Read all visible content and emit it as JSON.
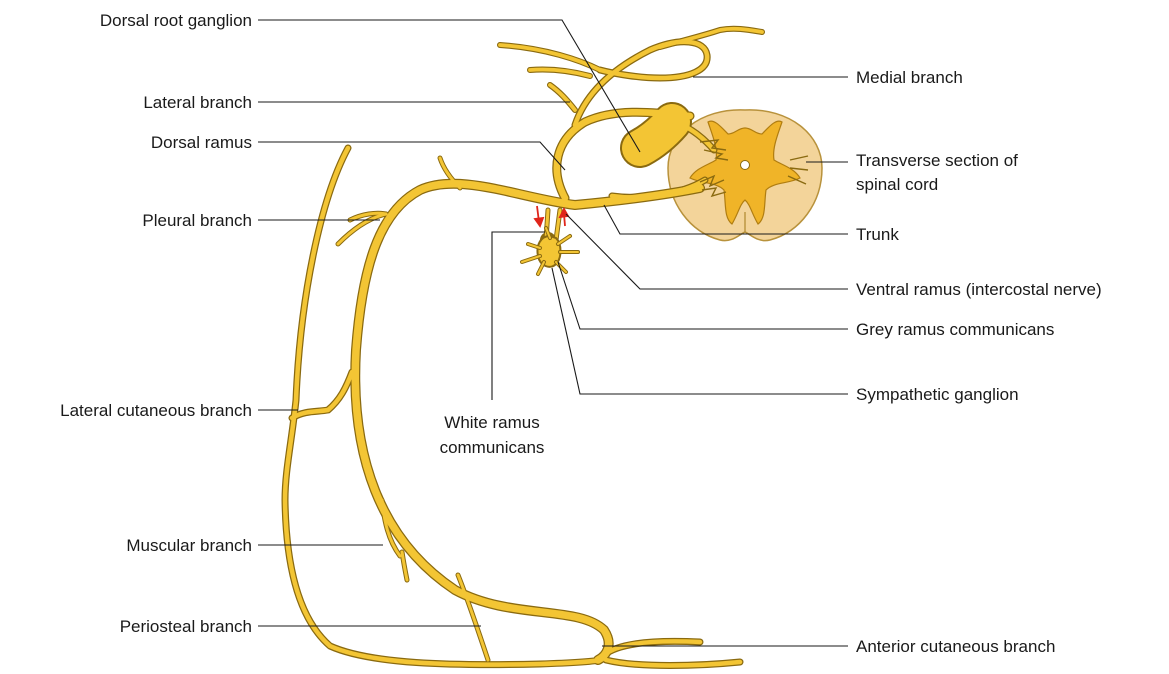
{
  "diagram": {
    "labels": {
      "dorsal_root_ganglion": "Dorsal root ganglion",
      "lateral_branch": "Lateral branch",
      "dorsal_ramus": "Dorsal ramus",
      "pleural_branch": "Pleural branch",
      "lateral_cutaneous_branch": "Lateral cutaneous branch",
      "muscular_branch": "Muscular branch",
      "periosteal_branch": "Periosteal branch",
      "medial_branch": "Medial branch",
      "transverse_section_line1": "Transverse section of",
      "transverse_section_line2": "spinal cord",
      "trunk": "Trunk",
      "ventral_ramus": "Ventral ramus (intercostal nerve)",
      "grey_ramus": "Grey ramus communicans",
      "sympathetic_ganglion": "Sympathetic ganglion",
      "white_ramus_line1": "White ramus",
      "white_ramus_line2": "communicans",
      "anterior_cutaneous_branch": "Anterior cutaneous branch"
    },
    "colors": {
      "nerve_fill": "#f3c534",
      "nerve_outline": "#8a6a10",
      "spinal_cord_white_matter": "#f3d49a",
      "spinal_cord_grey_matter": "#f0b428",
      "arrow": "#e0251b",
      "leader_line": "#1a1a1a"
    }
  }
}
